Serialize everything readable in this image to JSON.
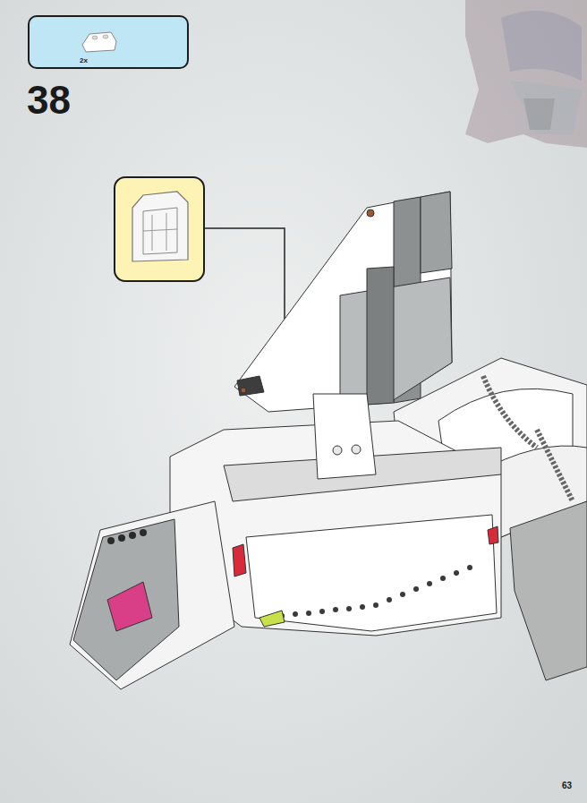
{
  "diagram": {
    "labels": [
      "2x",
      "38",
      "63"
    ]
  }
}
